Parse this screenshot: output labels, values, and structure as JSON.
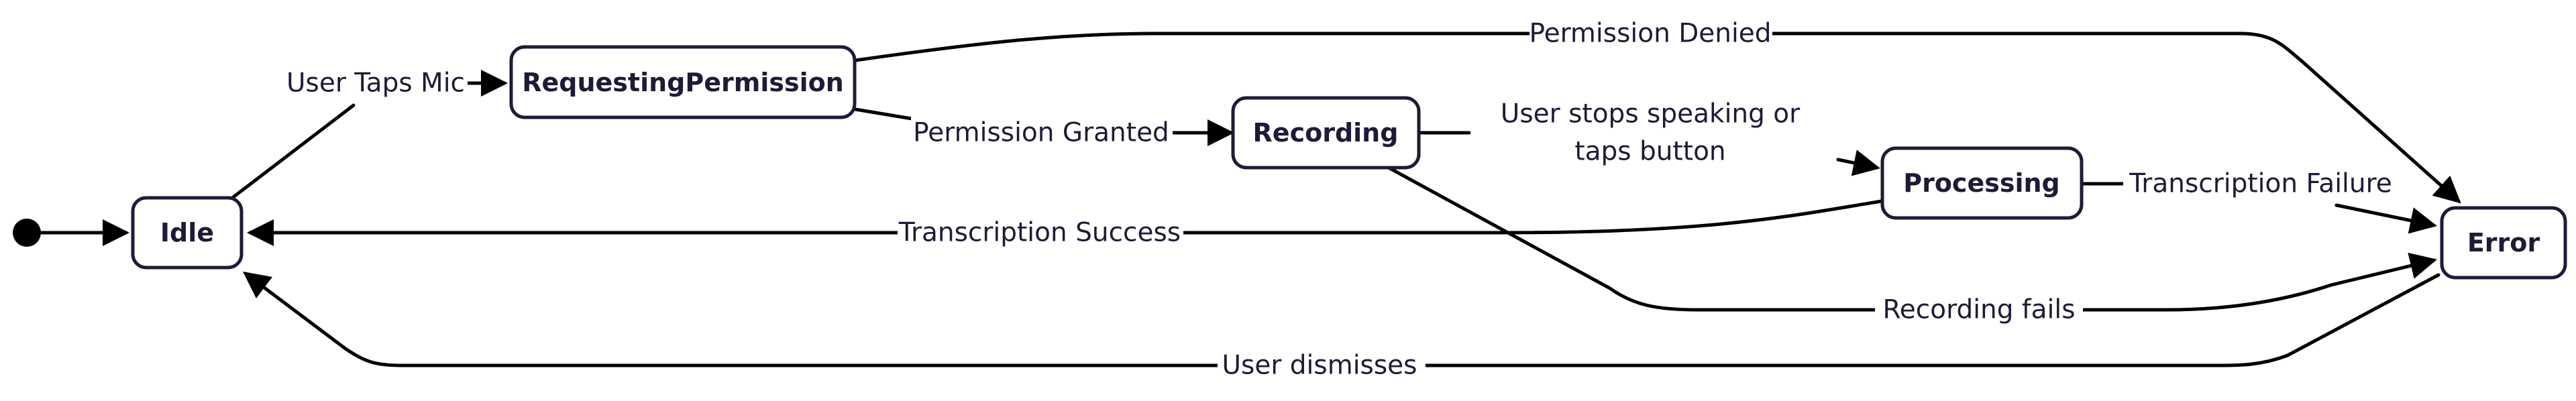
{
  "states": {
    "idle": "Idle",
    "requesting_permission": "RequestingPermission",
    "recording": "Recording",
    "processing": "Processing",
    "error": "Error"
  },
  "transitions": {
    "user_taps_mic": "User Taps Mic",
    "permission_denied": "Permission Denied",
    "permission_granted": "Permission Granted",
    "user_stops_line1": "User stops speaking or",
    "user_stops_line2": "taps button",
    "transcription_failure": "Transcription Failure",
    "transcription_success": "Transcription Success",
    "recording_fails": "Recording fails",
    "user_dismisses": "User dismisses"
  },
  "colors": {
    "state_border": "#1d1b36",
    "text": "#1d1b36",
    "edge": "#000000",
    "background": "#ffffff"
  }
}
